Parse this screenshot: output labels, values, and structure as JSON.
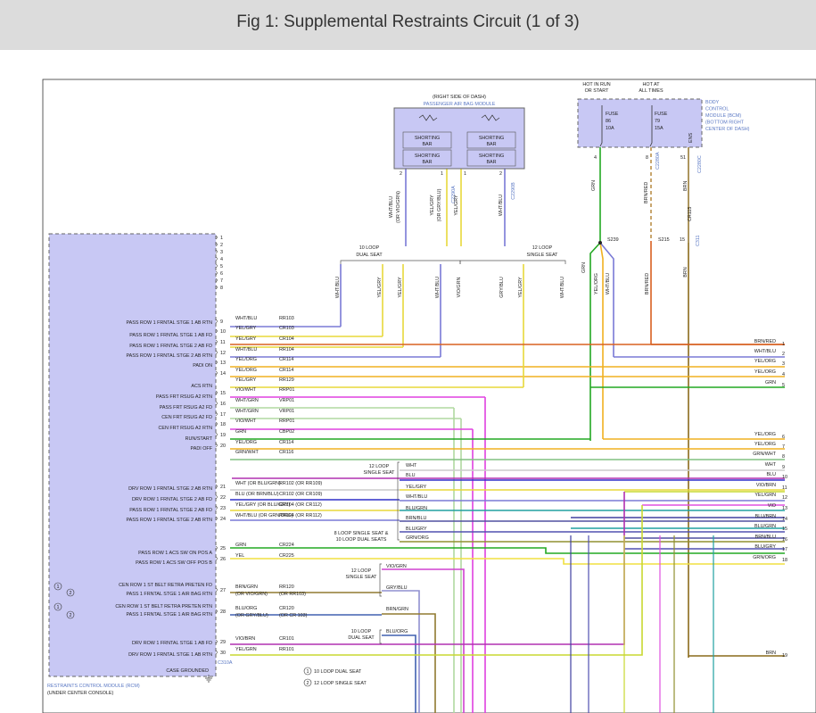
{
  "header": {
    "title": "Fig 1: Supplemental Restraints Circuit (1 of 3)"
  },
  "colors": {
    "WHT/BLU": "#7a7ad6",
    "YEL/GRY": "#e8d83a",
    "YEL/ORG": "#f0b020",
    "VIO/WHT": "#e040e0",
    "VIO/GRN": "#d040d0",
    "WHT/GRN": "#b0d8a0",
    "GRN": "#22a822",
    "BLU": "#3030c8",
    "BRN": "#8a6a1a",
    "BRN/RED": "#d86020",
    "GRY/BLU": "#9090d0",
    "WHT": "#cccccc",
    "BLU/GRY": "#5050b0",
    "BLU/ORG": "#4060b0",
    "GRN/ORG": "#909030",
    "BRN/GRN": "#907a30",
    "BRN/BLU": "#5050a0",
    "VIO/BRN": "#b030b0",
    "YEL/GRN": "#c8d830",
    "VIO": "#e050e0",
    "BLU/BRN": "#4040a0",
    "BLU/GRN": "#20a0a0",
    "YEL": "#f0e040",
    "GRN/WHT": "#80c080"
  },
  "pab": {
    "note": "(RIGHT SIDE OF DASH)",
    "title": "PASSENGER AIR BAG MODULE",
    "bar": [
      "SHORTING",
      "BAR",
      "SHORTING",
      "BAR",
      "SHORTING",
      "BAR",
      "SHORTING",
      "BAR"
    ],
    "pins": [
      "2",
      "1",
      "1",
      "2"
    ],
    "conns": [
      "C2290A",
      "C2290B"
    ],
    "wires": [
      "WHT/BLU",
      "(OR VIO/GRN)",
      "YEL/GRY",
      "(OR GRY/BLU)",
      "YEL/GRY",
      "WHT/BLU"
    ]
  },
  "bcm": {
    "hot_run": [
      "HOT IN RUN",
      "OR START"
    ],
    "hot_all": [
      "HOT AT",
      "ALL TIMES"
    ],
    "fuse1": [
      "FUSE",
      "86",
      "10A"
    ],
    "fuse2": [
      "FUSE",
      "79",
      "15A"
    ],
    "ens": "ENS",
    "title": [
      "BODY",
      "CONTROL",
      "MODULE (BCM)",
      "(BOTTOM RIGHT",
      "CENTER OF DASH)"
    ],
    "pins": [
      "4",
      "8",
      "51"
    ],
    "conns": [
      "C2280A",
      "C2280C"
    ],
    "wires": [
      "GRN",
      "BRN/RED",
      "BRN",
      "CR115"
    ],
    "splices": [
      "S239",
      "S215",
      "C311",
      "15"
    ],
    "down": [
      "GRN",
      "YEL/ORG",
      "WHT/BLU",
      "BRN/RED",
      "BRN"
    ]
  },
  "loop": {
    "dual": [
      "10 LOOP",
      "DUAL SEAT"
    ],
    "single": [
      "12 LOOP",
      "SINGLE SEAT"
    ],
    "wires": [
      "WHT/BLU",
      "YEL/GRY",
      "YEL/GRY",
      "WHT/BLU",
      "VIO/GRN",
      "GRY/BLU",
      "YEL/GRY",
      "WHT/BLU"
    ]
  },
  "rcm": {
    "title": "RESTRAINTS CONTROL MODULE (RCM)",
    "sub": "(UNDER CENTER CONSOLE)",
    "conn": "C310A",
    "case": "CASE GROUNDED",
    "labels": [
      "PASS ROW 1 FRNTAL STGE 1 AB RTN",
      "PASS ROW 1 FRNTAL STGE 1 AB FD",
      "PASS ROW 1 FRNTAL STGE 2 AB FD",
      "PASS ROW 1 FRNTAL STGE 2 AB RTN",
      "PADI ON",
      "ACS RTN",
      "PASS FRT RSUG A2 RTN",
      "PASS FRT RSUG A2 FD",
      "CEN FRT RSUG A2 FD",
      "CEN FRT RSUG A2 RTN",
      "RUN/START",
      "PADI OFF",
      "DRV ROW 1 FRNTAL STGE 2 AB RTN",
      "DRV ROW 1 FRNTAL STGE 2 AB FD",
      "PASS ROW 1 FRNTAL STGE 2 AB FD",
      "PASS ROW 1 FRNTAL STGE 2 AB RTN",
      "PASS ROW 1 ACS SW ON POS A",
      "PASS ROW 1 ACS SW OFF POS B",
      "CEN ROW 1 ST BELT RETRA PRETEN FD",
      "PASS 1 FRNTAL STGE 1 AIR BAG RTN",
      "CEN ROW 1 ST BELT RETRA PRETEN RTN",
      "PASS 1 FRNTAL STGE 1 AIR BAG RTN",
      "DRV ROW 1 FRNTAL STGE 1 AB FD",
      "DRV ROW 1 FRNTAL STGE 1 AB RTN"
    ],
    "pins": [
      "1",
      "2",
      "3",
      "4",
      "5",
      "6",
      "7",
      "8",
      "9",
      "10",
      "11",
      "12",
      "13",
      "14",
      "15",
      "16",
      "17",
      "18",
      "19",
      "20",
      "21",
      "22",
      "23",
      "24",
      "25",
      "26",
      "27",
      "28",
      "29",
      "30"
    ],
    "rows": [
      {
        "pin": "9",
        "wire": "WHT/BLU",
        "circ": "RR103"
      },
      {
        "pin": "10",
        "wire": "YEL/GRY",
        "circ": "CR103"
      },
      {
        "pin": "11",
        "wire": "YEL/GRY",
        "circ": "CR104"
      },
      {
        "pin": "12",
        "wire": "WHT/BLU",
        "circ": "RR104"
      },
      {
        "pin": "13",
        "wire": "YEL/ORG",
        "circ": "CR114"
      },
      {
        "pin": "",
        "wire": "YEL/ORG",
        "circ": "CR114"
      },
      {
        "pin": "14",
        "wire": "YEL/GRY",
        "circ": "RR129"
      },
      {
        "pin": "15",
        "wire": "VIO/WHT",
        "circ": "RRP01"
      },
      {
        "pin": "16",
        "wire": "WHT/GRN",
        "circ": "VRP01"
      },
      {
        "pin": "17",
        "wire": "WHT/GRN",
        "circ": "VRP01"
      },
      {
        "pin": "18",
        "wire": "VIO/WHT",
        "circ": "RRP01"
      },
      {
        "pin": "19",
        "wire": "GRN",
        "circ": "CBP02"
      },
      {
        "pin": "20",
        "wire": "YEL/ORG",
        "circ": "CR114"
      },
      {
        "pin": "",
        "wire": "GRN/WHT",
        "circ": "CR116"
      },
      {
        "pin": "21",
        "wire": "WHT  (OR BLU/GRN)",
        "circ": "RR102  (OR RR109)"
      },
      {
        "pin": "22",
        "wire": "BLU  (OR BRN/BLU)",
        "circ": "CR102  (OR CR109)"
      },
      {
        "pin": "23",
        "wire": "YEL/GRY  (OR BLU/GRY)",
        "circ": "CR104  (OR CR112)"
      },
      {
        "pin": "24",
        "wire": "WHT/BLU  (OR GRN/ORG)",
        "circ": "RR104  (OR RR112)"
      },
      {
        "pin": "25",
        "wire": "GRN",
        "circ": "CR224"
      },
      {
        "pin": "26",
        "wire": "YEL",
        "circ": "CR225"
      },
      {
        "pin": "27",
        "wire": "BRN/GRN",
        "circ": "RR120"
      },
      {
        "pin": "",
        "wire": "(OR VIO/GRN)",
        "circ": "(OR RR103)"
      },
      {
        "pin": "28",
        "wire": "BLU/ORG",
        "circ": "CR120"
      },
      {
        "pin": "",
        "wire": "(OR GRY/BLU)",
        "circ": "(OR CR 103)"
      },
      {
        "pin": "29",
        "wire": "VIO/BRN",
        "circ": "CR101"
      },
      {
        "pin": "30",
        "wire": "YEL/GRN",
        "circ": "RR101"
      }
    ]
  },
  "mid": {
    "n12": [
      "12 LOOP",
      "SINGLE SEAT"
    ],
    "w12": [
      "WHT",
      "BLU",
      "YEL/GRY",
      "WHT/BLU",
      "BLU/GRN",
      "BRN/BLU",
      "BLU/GRY",
      "GRN/ORG"
    ],
    "n8": [
      "8 LOOP SINGLE SEAT &",
      "10 LOOP DUAL SEATS"
    ],
    "c12": [
      "12 LOOP",
      "SINGLE SEAT"
    ],
    "cw": [
      "VIO/GRN",
      "GRY/BLU",
      "BRN/GRN"
    ],
    "c10": [
      "10 LOOP",
      "DUAL SEAT"
    ],
    "cw2": [
      "BLU/ORG"
    ]
  },
  "right": [
    {
      "wire": "BRN/RED",
      "pin": "1"
    },
    {
      "wire": "WHT/BLU",
      "pin": "2"
    },
    {
      "wire": "YEL/ORG",
      "pin": "3"
    },
    {
      "wire": "YEL/ORG",
      "pin": "4"
    },
    {
      "wire": "GRN",
      "pin": "5"
    },
    {
      "wire": "YEL/ORG",
      "pin": "6"
    },
    {
      "wire": "YEL/ORG",
      "pin": "7"
    },
    {
      "wire": "GRN/WHT",
      "pin": "8"
    },
    {
      "wire": "WHT",
      "pin": "9"
    },
    {
      "wire": "BLU",
      "pin": "10"
    },
    {
      "wire": "VIO/BRN",
      "pin": "11"
    },
    {
      "wire": "YEL/GRN",
      "pin": "12"
    },
    {
      "wire": "VIO",
      "pin": "13"
    },
    {
      "wire": "BLU/BRN",
      "pin": "14"
    },
    {
      "wire": "BLU/GRN",
      "pin": "15"
    },
    {
      "wire": "BRN/BLU",
      "pin": "16"
    },
    {
      "wire": "BLU/GRY",
      "pin": "17"
    },
    {
      "wire": "GRN/ORG",
      "pin": "18"
    },
    {
      "wire": "BRN",
      "pin": "19"
    }
  ],
  "legend": [
    {
      "num": "1",
      "text": "10 LOOP DUAL SEAT"
    },
    {
      "num": "2",
      "text": "12 LOOP SINGLE SEAT"
    }
  ],
  "seatmarks": [
    "1",
    "2",
    "1",
    "2"
  ]
}
